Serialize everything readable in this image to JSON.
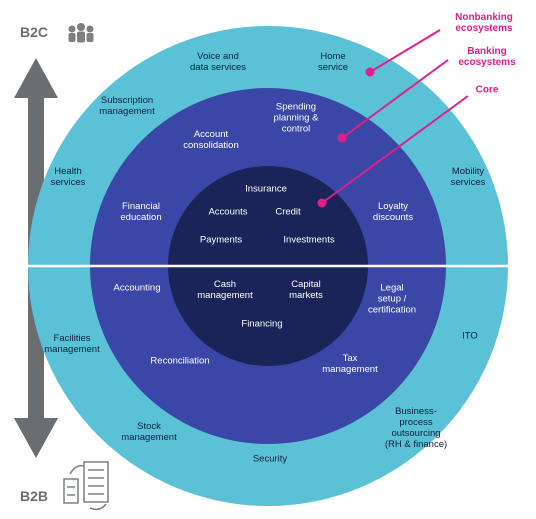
{
  "axis": {
    "top": "B2C",
    "bottom": "B2B"
  },
  "callouts": {
    "nonbanking": "Nonbanking\necosystems",
    "banking": "Banking\necosystems",
    "core": "Core"
  },
  "outer_ring": {
    "voice_data": "Voice and\ndata services",
    "home_service": "Home\nservice",
    "subscription": "Subscription\nmanagement",
    "health": "Health\nservices",
    "mobility": "Mobility\nservices",
    "facilities": "Facilities\nmanagement",
    "ito": "ITO",
    "stock": "Stock\nmanagement",
    "security": "Security",
    "bpo": "Business-\nprocess\noutsourcing\n(RH & finance)"
  },
  "middle_ring": {
    "spending": "Spending\nplanning &\ncontrol",
    "account_consolidation": "Account\nconsolidation",
    "financial_education": "Financial\neducation",
    "loyalty": "Loyalty\ndiscounts",
    "accounting": "Accounting",
    "legal": "Legal\nsetup /\ncertification",
    "reconciliation": "Reconciliation",
    "tax": "Tax\nmanagement"
  },
  "core": {
    "insurance": "Insurance",
    "accounts": "Accounts",
    "credit": "Credit",
    "payments": "Payments",
    "investments": "Investments",
    "cash": "Cash\nmanagement",
    "capital": "Capital\nmarkets",
    "financing": "Financing"
  },
  "colors": {
    "outer": "#5bc1d6",
    "middle": "#3a47a6",
    "core": "#1a2459",
    "callout": "#e01e8c",
    "arrow": "#6b6e70"
  }
}
